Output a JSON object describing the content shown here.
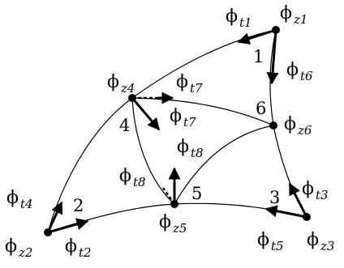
{
  "diagram": {
    "nodes": {
      "z1": {
        "symbol": "ϕ",
        "subscript": "z1"
      },
      "z2": {
        "symbol": "ϕ",
        "subscript": "z2"
      },
      "z3": {
        "symbol": "ϕ",
        "subscript": "z3"
      },
      "z4": {
        "symbol": "ϕ",
        "subscript": "z4"
      },
      "z5": {
        "symbol": "ϕ",
        "subscript": "z5"
      },
      "z6": {
        "symbol": "ϕ",
        "subscript": "z6"
      }
    },
    "tangents": {
      "t1": {
        "symbol": "ϕ",
        "subscript": "t1"
      },
      "t2": {
        "symbol": "ϕ",
        "subscript": "t2"
      },
      "t3": {
        "symbol": "ϕ",
        "subscript": "t3"
      },
      "t4": {
        "symbol": "ϕ",
        "subscript": "t4"
      },
      "t5": {
        "symbol": "ϕ",
        "subscript": "t5"
      },
      "t6": {
        "symbol": "ϕ",
        "subscript": "t6"
      },
      "t7a": {
        "symbol": "ϕ",
        "subscript": "t7"
      },
      "t7b": {
        "symbol": "ϕ",
        "subscript": "t7"
      },
      "t8a": {
        "symbol": "ϕ",
        "subscript": "t8"
      },
      "t8b": {
        "symbol": "ϕ",
        "subscript": "t8"
      }
    },
    "numbers": [
      "1",
      "2",
      "3",
      "4",
      "5",
      "6"
    ]
  }
}
